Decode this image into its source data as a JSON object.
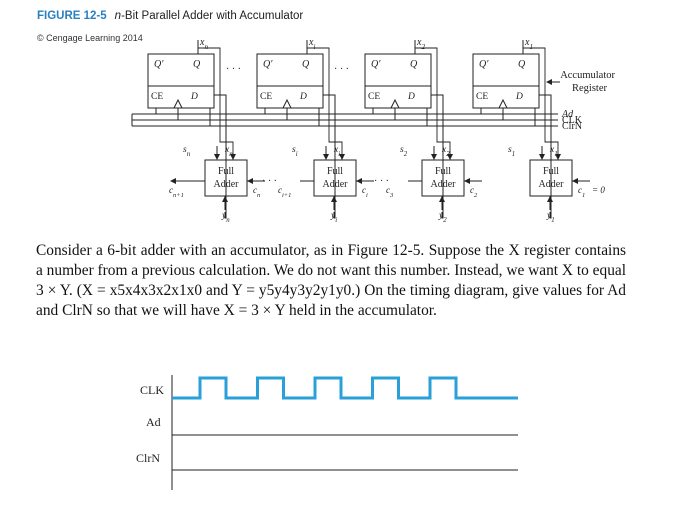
{
  "figure": {
    "number": "FIGURE 12-5",
    "title_var": "n",
    "title_rest": "-Bit Parallel Adder with Accumulator",
    "credit": "© Cengage Learning 2014"
  },
  "register": {
    "accumulator_label": "Accumulator",
    "register_label": "Register",
    "stages": [
      {
        "top_x": "x",
        "top_x_sub": "n",
        "q_bar": "Q′",
        "q": "Q",
        "ce": "CE",
        "d": "D"
      },
      {
        "top_x": "x",
        "top_x_sub": "i",
        "q_bar": "Q′",
        "q": "Q",
        "ce": "CE",
        "d": "D"
      },
      {
        "top_x": "x",
        "top_x_sub": "2",
        "q_bar": "Q′",
        "q": "Q",
        "ce": "CE",
        "d": "D"
      },
      {
        "top_x": "x",
        "top_x_sub": "1",
        "q_bar": "Q′",
        "q": "Q",
        "ce": "CE",
        "d": "D"
      }
    ],
    "control_signals": [
      "Ad",
      "CLK",
      "ClrN"
    ]
  },
  "adders": [
    {
      "line1": "Full",
      "line2": "Adder",
      "s": "s",
      "s_sub": "n",
      "x": "x",
      "x_sub": "n",
      "y": "y",
      "y_sub": "n",
      "c_out": "c",
      "c_out_sub": "n+1",
      "c_in": "c",
      "c_in_sub": "n"
    },
    {
      "line1": "Full",
      "line2": "Adder",
      "s": "s",
      "s_sub": "i",
      "x": "x",
      "x_sub": "i",
      "y": "y",
      "y_sub": "i",
      "c_out": "c",
      "c_out_sub": "i+1",
      "c_in": "c",
      "c_in_sub": "i"
    },
    {
      "line1": "Full",
      "line2": "Adder",
      "s": "s",
      "s_sub": "2",
      "x": "x",
      "x_sub": "2",
      "y": "y",
      "y_sub": "2",
      "c_out": "c",
      "c_out_sub": "3",
      "c_in": "c",
      "c_in_sub": "2"
    },
    {
      "line1": "Full",
      "line2": "Adder",
      "s": "s",
      "s_sub": "1",
      "x": "x",
      "x_sub": "1",
      "y": "y",
      "y_sub": "1",
      "c_out": "",
      "c_out_sub": "",
      "c_in": "c",
      "c_in_sub": "1",
      "c_in_value": "= 0"
    }
  ],
  "problem_text": "Consider a 6-bit adder with an accumulator, as in Figure 12-5. Suppose the X register contains a number from a previous calculation. We do not want this number. Instead, we want X to equal 3 × Y. (X = x5x4x3x2x1x0 and Y = y5y4y3y2y1y0.) On the timing diagram, give values for Ad and ClrN so that we will have X = 3 × Y held in the accumulator.",
  "timing": {
    "signals": [
      "CLK",
      "Ad",
      "ClrN"
    ],
    "clock_pulses": 5,
    "clock_color": "#2aa0d8"
  }
}
